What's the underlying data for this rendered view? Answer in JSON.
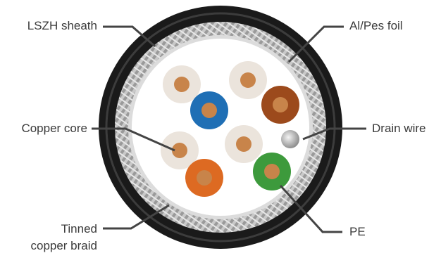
{
  "labels": {
    "sheath": "LSZH sheath",
    "foil": "Al/Pes foil",
    "core": "Copper core",
    "drain": "Drain wire",
    "braid_line1": "Tinned",
    "braid_line2": "copper braid",
    "pe": "PE"
  },
  "colors": {
    "sheath": "#1a1a1a",
    "braid": "#bfbfbf",
    "foil": "#e6e6e6",
    "copper": "#c8844a",
    "white_insulation": "#ebe4dc",
    "blue_insulation": "#1f6fb5",
    "brown_insulation": "#9c4a1c",
    "orange_insulation": "#dd6a22",
    "green_insulation": "#3d9a3c",
    "drain": "#b8b8b8",
    "leader": "#444444",
    "text": "#3a3a3a"
  },
  "icons": [
    "cable-cross-section-icon"
  ]
}
